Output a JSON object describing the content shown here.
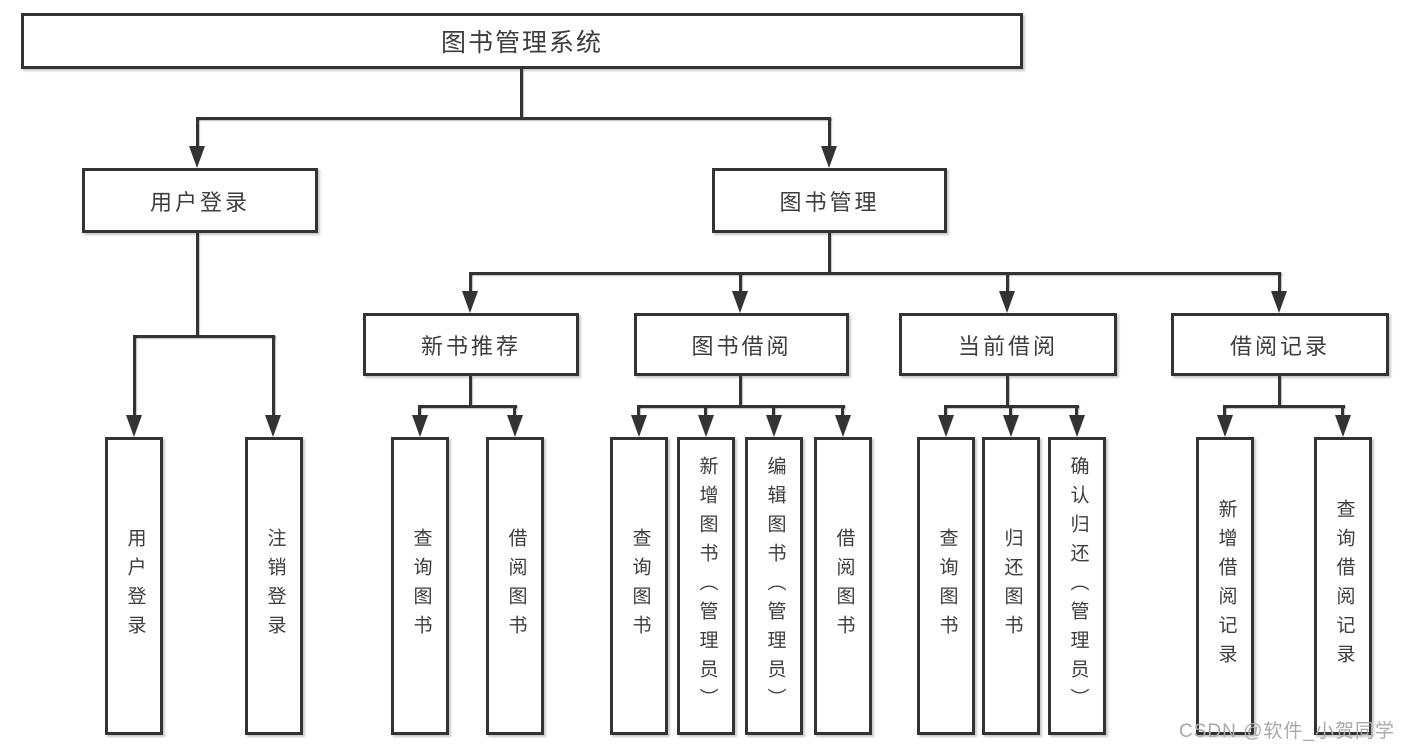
{
  "diagram": {
    "root": {
      "label": "图书管理系统"
    },
    "level2": [
      {
        "label": "用户登录"
      },
      {
        "label": "图书管理"
      }
    ],
    "level3": [
      {
        "label": "新书推荐"
      },
      {
        "label": "图书借阅"
      },
      {
        "label": "当前借阅"
      },
      {
        "label": "借阅记录"
      }
    ],
    "leaves": {
      "user_login": [
        "用户登录",
        "注销登录"
      ],
      "new_book": [
        "查询图书",
        "借阅图书"
      ],
      "book_borrow": [
        "查询图书",
        "新增图书（管理员）",
        "编辑图书（管理员）",
        "借阅图书"
      ],
      "current_borrow": [
        "查询图书",
        "归还图书",
        "确认归还（管理员）"
      ],
      "borrow_records": [
        "新增借阅记录",
        "查询借阅记录"
      ]
    }
  },
  "watermark": {
    "text": "CSDN @软件_小贺同学"
  },
  "colors": {
    "line": "#333333",
    "text": "#3d3d3d",
    "watermark": "#a9a9a9",
    "background": "#ffffff"
  }
}
